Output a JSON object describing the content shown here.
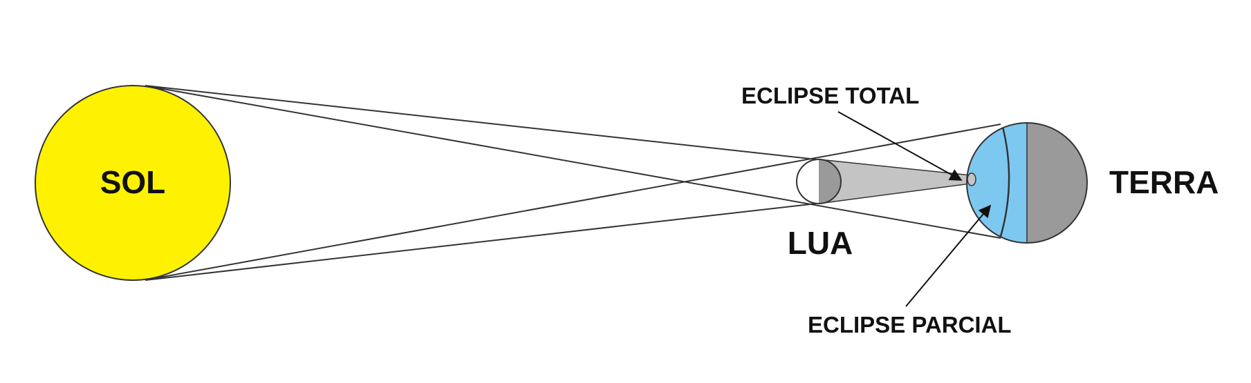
{
  "labels": {
    "sun": "SOL",
    "moon": "LUA",
    "earth": "TERRA",
    "total_eclipse": "ECLIPSE TOTAL",
    "partial_eclipse": "ECLIPSE PARCIAL"
  },
  "colors": {
    "sun": "#FFF200",
    "earth_day": "#7DC8F0",
    "earth_night": "#9A9A9A",
    "moon_dark": "#9A9A9A",
    "umbra": "#C4C4C4",
    "line": "#333333",
    "text": "#111111"
  }
}
